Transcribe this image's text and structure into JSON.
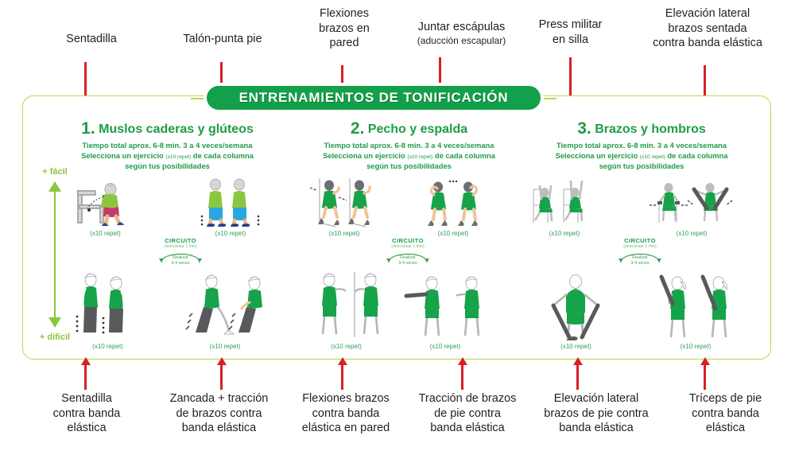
{
  "title": "ENTRENAMIENTOS DE TONIFICACIÓN",
  "axis": {
    "easy": "+ fácil",
    "hard": "+ difícil"
  },
  "reps_label": "(x10 repet)",
  "circuito": {
    "title": "CIRCUITO",
    "rest": "(descansar 1 min)",
    "do": "Realizar",
    "times": "3-4 veces"
  },
  "sections": [
    {
      "number": "1.",
      "title": "Muslos caderas y glúteos",
      "line1": "Tiempo total aprox. 6-8 min. 3 a 4 veces/semana",
      "line2a": "Selecciona un ejercicio ",
      "line2b": "(x10 repet)",
      "line2c": " de cada columna",
      "line3": "según tus posibilidades"
    },
    {
      "number": "2.",
      "title": "Pecho y espalda",
      "line1": "Tiempo total aprox. 6-8 min. 3 a 4 veces/semana",
      "line2a": "Selecciona un ejercicio ",
      "line2b": "(x10 repet)",
      "line2c": " de cada columna",
      "line3": "según tus posibilidades"
    },
    {
      "number": "3.",
      "title": "Brazos y hombros",
      "line1": "Tiempo total aprox. 6-8 min. 3 a 4 veces/semana",
      "line2a": "Selecciona un ejercicio ",
      "line2b": "(x10 repet)",
      "line2c": " de cada columna",
      "line3": "según tus posibilidades"
    }
  ],
  "top_labels": [
    {
      "text": "Sentadilla",
      "sub": ""
    },
    {
      "text": "Talón-punta pie",
      "sub": ""
    },
    {
      "text": "Flexiones\nbrazos en\npared",
      "sub": ""
    },
    {
      "text": "Juntar escápulas",
      "sub": "(aducción escapular)"
    },
    {
      "text": "Press militar\nen silla",
      "sub": ""
    },
    {
      "text": "Elevación lateral\nbrazos sentada\ncontra banda elástica",
      "sub": ""
    }
  ],
  "bottom_labels": [
    {
      "text": "Sentadilla\ncontra banda\nelástica"
    },
    {
      "text": "Zancada + tracción\nde brazos contra\nbanda elástica"
    },
    {
      "text": "Flexiones brazos\ncontra banda\nelástica en pared"
    },
    {
      "text": "Tracción de brazos\nde pie contra\nbanda elástica"
    },
    {
      "text": "Elevación lateral\nbrazos de pie contra\nbanda elástica"
    },
    {
      "text": "Tríceps de pie\ncontra banda\nelástica"
    }
  ],
  "colors": {
    "brand_green": "#13a04a",
    "frame_green": "#b9d84a",
    "axis_green": "#8cc63f",
    "arrow_red": "#d81f26",
    "figure_green": "#16a34a",
    "band_gray": "#58595b"
  }
}
